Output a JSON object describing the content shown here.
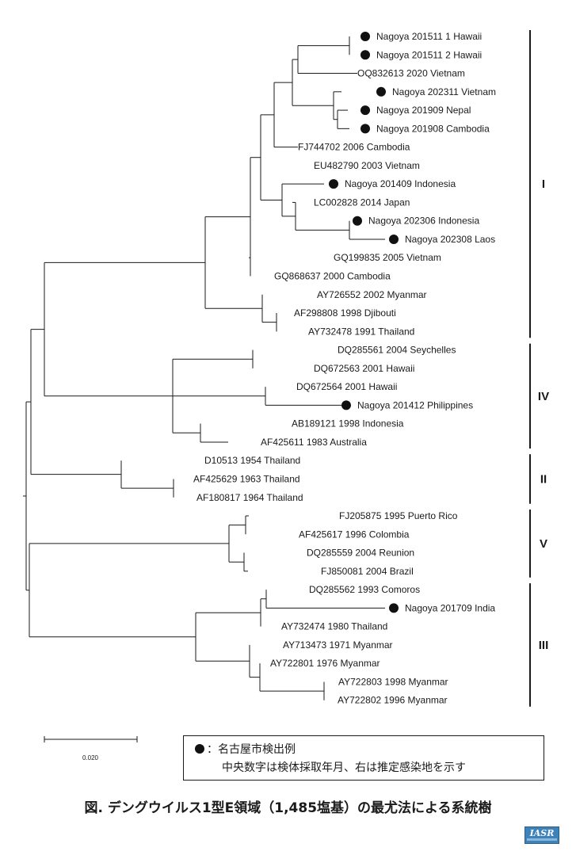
{
  "tree": {
    "tips": [
      {
        "label": "Nagoya 201511 1 Hawaii",
        "marked": true
      },
      {
        "label": "Nagoya 201511 2 Hawaii",
        "marked": true
      },
      {
        "label": "OQ832613 2020 Vietnam",
        "marked": false
      },
      {
        "label": "Nagoya 202311 Vietnam",
        "marked": true
      },
      {
        "label": "Nagoya 201909 Nepal",
        "marked": true
      },
      {
        "label": "Nagoya 201908 Cambodia",
        "marked": true
      },
      {
        "label": "FJ744702 2006 Cambodia",
        "marked": false
      },
      {
        "label": "EU482790 2003 Vietnam",
        "marked": false
      },
      {
        "label": "Nagoya 201409 Indonesia",
        "marked": true
      },
      {
        "label": "LC002828 2014 Japan",
        "marked": false
      },
      {
        "label": "Nagoya 202306 Indonesia",
        "marked": true
      },
      {
        "label": "Nagoya 202308 Laos",
        "marked": true
      },
      {
        "label": "GQ199835 2005 Vietnam",
        "marked": false
      },
      {
        "label": "GQ868637 2000 Cambodia",
        "marked": false
      },
      {
        "label": "AY726552 2002 Myanmar",
        "marked": false
      },
      {
        "label": "AF298808 1998 Djibouti",
        "marked": false
      },
      {
        "label": "AY732478 1991 Thailand",
        "marked": false
      },
      {
        "label": "DQ285561 2004 Seychelles",
        "marked": false
      },
      {
        "label": "DQ672563 2001 Hawaii",
        "marked": false
      },
      {
        "label": "DQ672564 2001 Hawaii",
        "marked": false
      },
      {
        "label": "Nagoya 201412 Philippines",
        "marked": true
      },
      {
        "label": "AB189121 1998 Indonesia",
        "marked": false
      },
      {
        "label": "AF425611 1983 Australia",
        "marked": false
      },
      {
        "label": "D10513 1954 Thailand",
        "marked": false
      },
      {
        "label": "AF425629 1963 Thailand",
        "marked": false
      },
      {
        "label": "AF180817 1964 Thailand",
        "marked": false
      },
      {
        "label": "FJ205875 1995 Puerto Rico",
        "marked": false
      },
      {
        "label": "AF425617 1996 Colombia",
        "marked": false
      },
      {
        "label": "DQ285559 2004 Reunion",
        "marked": false
      },
      {
        "label": "FJ850081 2004 Brazil",
        "marked": false
      },
      {
        "label": "DQ285562 1993 Comoros",
        "marked": false
      },
      {
        "label": "Nagoya 201709 India",
        "marked": true
      },
      {
        "label": "AY732474 1980 Thailand",
        "marked": false
      },
      {
        "label": "AY713473 1971 Myanmar",
        "marked": false
      },
      {
        "label": "AY722801 1976 Myanmar",
        "marked": false
      },
      {
        "label": "AY722803 1998 Myanmar",
        "marked": false
      },
      {
        "label": "AY722802 1996 Myanmar",
        "marked": false
      }
    ],
    "clades": [
      {
        "label": "I"
      },
      {
        "label": "IV"
      },
      {
        "label": "II"
      },
      {
        "label": "V"
      },
      {
        "label": "III"
      }
    ],
    "scale_label": "0.020"
  },
  "legend": {
    "marker_text": "：名古屋市検出例",
    "note": "中央数字は検体採取年月、右は推定感染地を示す"
  },
  "caption": "図. デングウイルス1型E領域（1,485塩基）の最尤法による系統樹",
  "logo": {
    "text": "IASR"
  },
  "colors": {
    "ink": "#1a1a1a",
    "logo_bg": "#3d82b8"
  }
}
